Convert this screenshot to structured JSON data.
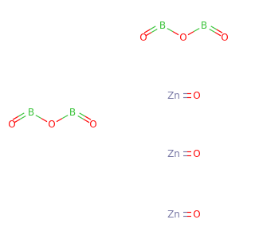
{
  "colors": {
    "boron": "#3dc43d",
    "oxygen": "#ff0d0d",
    "zinc": "#7a7aa6",
    "background": "#ffffff"
  },
  "boron_oxide_1": {
    "o_left": "O",
    "b_left": "B",
    "o_bridge": "O",
    "b_right": "B",
    "o_right": "O"
  },
  "boron_oxide_2": {
    "o_left": "O",
    "b_left": "B",
    "o_bridge": "O",
    "b_right": "B",
    "o_right": "O"
  },
  "zinc_oxides": [
    {
      "zn": "Zn",
      "o": "O"
    },
    {
      "zn": "Zn",
      "o": "O"
    },
    {
      "zn": "Zn",
      "o": "O"
    }
  ]
}
